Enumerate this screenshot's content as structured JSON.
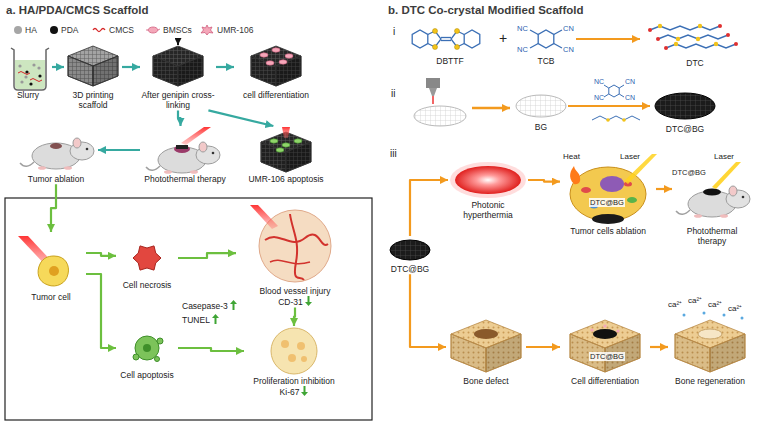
{
  "diagram": {
    "nodes": [
      {
        "text": [
          "Slurry"
        ]
      },
      {
        "text": [
          "3D printing scaffold"
        ]
      },
      {
        "text": [
          "After genipin cross-linking"
        ]
      },
      {
        "text": [
          "cell differentiation"
        ]
      },
      {
        "text": [
          "Tumor ablation"
        ]
      },
      {
        "text": [
          "Photothermal therapy"
        ]
      },
      {
        "text": [
          "UMR-106 apoptosis"
        ]
      },
      {
        "text": [
          "Tumor cell"
        ]
      },
      {
        "text": [
          "Cell necrosis"
        ]
      },
      {
        "text": [
          "Cell apoptosis"
        ]
      },
      {
        "text": [
          "Blood vessel injury",
          "CD-31"
        ]
      },
      {
        "text": [
          "Proliferation inhibition",
          "Ki-67"
        ]
      },
      {
        "text": [
          "DBTTF"
        ]
      },
      {
        "text": [
          "TCB"
        ]
      },
      {
        "text": [
          "DTC"
        ]
      },
      {
        "text": [
          "BG"
        ]
      },
      {
        "text": [
          "DTC@BG"
        ]
      },
      {
        "text": [
          "DTC@BG"
        ]
      },
      {
        "text": [
          "Photonic hyperthermia"
        ]
      },
      {
        "text": [
          "Tumor cells ablation"
        ]
      },
      {
        "text": [
          "Photothermal therapy"
        ]
      },
      {
        "text": [
          "Bone defect"
        ]
      },
      {
        "text": [
          "Cell differentiation"
        ]
      },
      {
        "text": [
          "Bone regeneration"
        ]
      }
    ],
    "edges": [
      {
        "from": 0,
        "to": 1,
        "arrow": "to"
      },
      {
        "from": 1,
        "to": 2,
        "arrow": "to"
      },
      {
        "from": 2,
        "to": 3,
        "arrow": "to"
      },
      {
        "from": 2,
        "to": 5,
        "arrow": "to"
      },
      {
        "from": 2,
        "to": 6,
        "arrow": "to"
      },
      {
        "from": 5,
        "to": 4,
        "arrow": "to"
      },
      {
        "from": 4,
        "to": 7,
        "arrow": "to"
      },
      {
        "from": 7,
        "to": 8,
        "arrow": "to"
      },
      {
        "from": 7,
        "to": 9,
        "arrow": "to"
      },
      {
        "from": 8,
        "to": 10,
        "arrow": "to"
      },
      {
        "from": 9,
        "to": 11,
        "arrow": "to"
      },
      {
        "from": 10,
        "to": 11,
        "arrow": "to"
      },
      {
        "from": 13,
        "to": 14,
        "arrow": "to"
      },
      {
        "from": 15,
        "to": 16,
        "arrow": "to"
      },
      {
        "from": 17,
        "to": 18,
        "arrow": "to"
      },
      {
        "from": 17,
        "to": 21,
        "arrow": "to"
      },
      {
        "from": 18,
        "to": 19,
        "arrow": "to"
      },
      {
        "from": 19,
        "to": 20,
        "arrow": "to"
      },
      {
        "from": 21,
        "to": 22,
        "arrow": "to"
      },
      {
        "from": 22,
        "to": 23,
        "arrow": "to"
      }
    ],
    "labels": [
      "a. HA/PDA/CMCS Scaffold",
      "b. DTC Co-crystal Modified Scaffold",
      "Casepase-3",
      "TUNEL",
      "i",
      "+",
      "NC",
      "CN",
      "NC",
      "CN",
      "ii",
      "NC",
      "CN",
      "NC",
      "CN",
      "iii",
      "Heat",
      "Laser",
      "DTC@BG",
      "Laser",
      "DTC@BG",
      "DTC@BG",
      "ca²⁺",
      "ca²⁺",
      "ca²⁺",
      "ca²⁺"
    ],
    "legend": [
      {
        "text": "HA",
        "color": "#a6a6a6"
      },
      {
        "text": "PDA",
        "color": "#111111"
      },
      {
        "text": "CMCS"
      },
      {
        "text": "BMSCs"
      },
      {
        "text": "UMR-106"
      }
    ]
  }
}
